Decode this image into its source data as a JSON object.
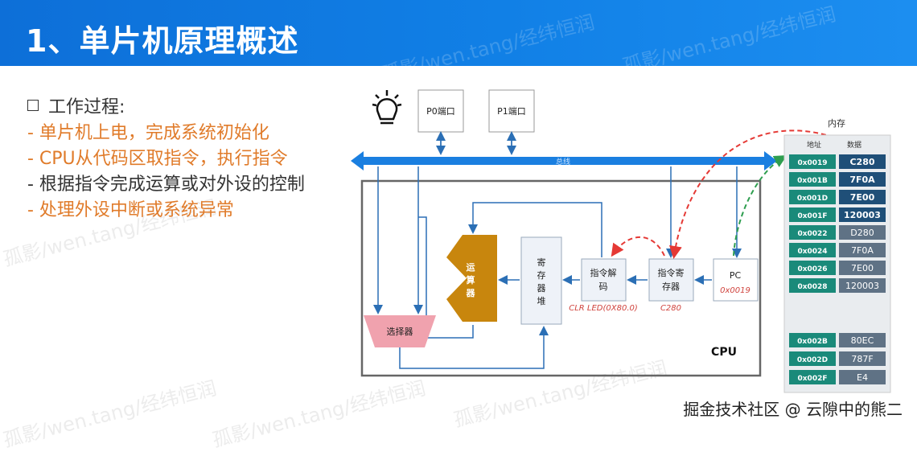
{
  "header": {
    "title": "1、单片机原理概述"
  },
  "watermark_text": "孤影/wen.tang/经纬恒润",
  "left": {
    "heading": "工作过程:",
    "items": [
      {
        "text": "- 单片机上电，完成系统初始化",
        "color": "#e07b2a"
      },
      {
        "text": "- CPU从代码区取指令，执行指令",
        "color": "#e07b2a"
      },
      {
        "text": "- 根据指令完成运算或对外设的控制",
        "color": "#333333"
      },
      {
        "text": "- 处理外设中断或系统异常",
        "color": "#e07b2a"
      }
    ]
  },
  "diagram": {
    "p0_port": "P0端口",
    "p1_port": "P1端口",
    "bus_label": "总线",
    "cpu_label": "CPU",
    "alu_label": [
      "运",
      "算",
      "器"
    ],
    "register_heap": [
      "寄",
      "存",
      "器",
      "堆"
    ],
    "decoder": [
      "指令解",
      "码"
    ],
    "instr_register": [
      "指令寄",
      "存器"
    ],
    "pc": "PC",
    "pc_value": "0x0019",
    "decoder_note": "CLR LED(0X80.0)",
    "register_note": "C280",
    "selector": "选择器",
    "memory": {
      "title": "内存",
      "col_addr": "地址",
      "col_data": "数据",
      "rows": [
        {
          "addr": "0x0019",
          "data": "C280",
          "highlight": true
        },
        {
          "addr": "0x001B",
          "data": "7F0A",
          "highlight": true
        },
        {
          "addr": "0x001D",
          "data": "7E00",
          "highlight": true
        },
        {
          "addr": "0x001F",
          "data": "120003",
          "highlight": true
        },
        {
          "addr": "0x0022",
          "data": "D280",
          "highlight": false
        },
        {
          "addr": "0x0024",
          "data": "7F0A",
          "highlight": false
        },
        {
          "addr": "0x0026",
          "data": "7E00",
          "highlight": false
        },
        {
          "addr": "0x0028",
          "data": "120003",
          "highlight": false
        },
        {
          "addr": "0x002B",
          "data": "80EC",
          "highlight": false
        },
        {
          "addr": "0x002D",
          "data": "787F",
          "highlight": false
        },
        {
          "addr": "0x002F",
          "data": "E4",
          "highlight": false
        }
      ]
    }
  },
  "footer": "掘金技术社区 @ 云隙中的熊二",
  "colors": {
    "accent_blue": "#1a7fe0",
    "orange": "#e07b2a",
    "alu": "#c8860d",
    "selector": "#f0a2ae",
    "mem_green": "#1a8a7a",
    "mem_dark": "#1f4f78"
  }
}
